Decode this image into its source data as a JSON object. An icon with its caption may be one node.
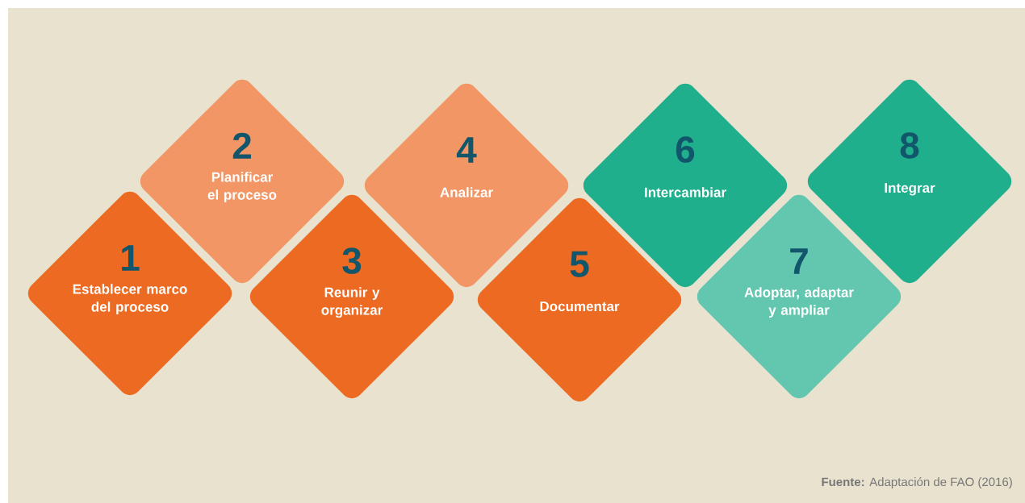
{
  "diagram": {
    "caption": "**Fuente:** Adaptación de FAO (2016)",
    "nodes": [
      {
        "text": [
          "1",
          "Establecer marco del proceso"
        ]
      },
      {
        "text": [
          "2",
          "Planificar el proceso"
        ]
      },
      {
        "text": [
          "3",
          "Reunir y organizar"
        ]
      },
      {
        "text": [
          "4",
          "Analizar"
        ]
      },
      {
        "text": [
          "5",
          "Documentar"
        ]
      },
      {
        "text": [
          "6",
          "Intercambiar"
        ]
      },
      {
        "text": [
          "7",
          "Adoptar, adaptar y ampliar"
        ]
      },
      {
        "text": [
          "8",
          "Integrar"
        ]
      }
    ]
  }
}
